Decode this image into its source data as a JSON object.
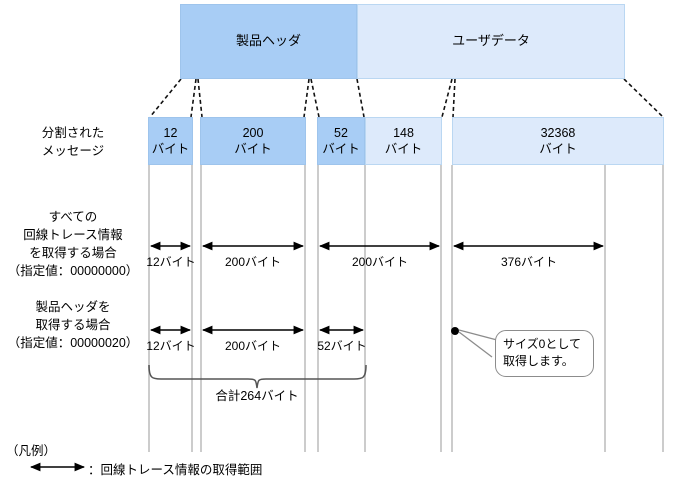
{
  "title_bar": {
    "product_header": "製品ヘッダ",
    "user_data": "ユーザデータ"
  },
  "row_labels": {
    "split_message": "分割された\nメッセージ",
    "all_trace": "すべての\n回線トレース情報\nを取得する場合\n（指定値：00000000）",
    "product_header_only": "製品ヘッダを\n取得する場合\n（指定値：00000020）"
  },
  "segments": [
    {
      "value": "12",
      "unit": "バイト",
      "shade": "dark"
    },
    {
      "value": "200",
      "unit": "バイト",
      "shade": "dark"
    },
    {
      "value": "52",
      "unit": "バイト",
      "shade": "dark"
    },
    {
      "value": "148",
      "unit": "バイト",
      "shade": "light"
    },
    {
      "value": "32368",
      "unit": "バイト",
      "shade": "light"
    }
  ],
  "measures_all": [
    {
      "label": "12バイト"
    },
    {
      "label": "200バイト"
    },
    {
      "label": "200バイト"
    },
    {
      "label": "376バイト"
    }
  ],
  "measures_header": [
    {
      "label": "12バイト"
    },
    {
      "label": "200バイト"
    },
    {
      "label": "52バイト"
    }
  ],
  "total_label": "合計264バイト",
  "callout": "サイズ0として\n取得します。",
  "legend": {
    "title": "（凡例）",
    "text": "：回線トレース情報の取得範囲"
  },
  "colors": {
    "dark_blue": "#a8cdf5",
    "light_blue": "#ddeafb",
    "guide_gray": "#cccccc",
    "arrow_black": "#000000",
    "balloon_border": "#8c8c8c"
  }
}
